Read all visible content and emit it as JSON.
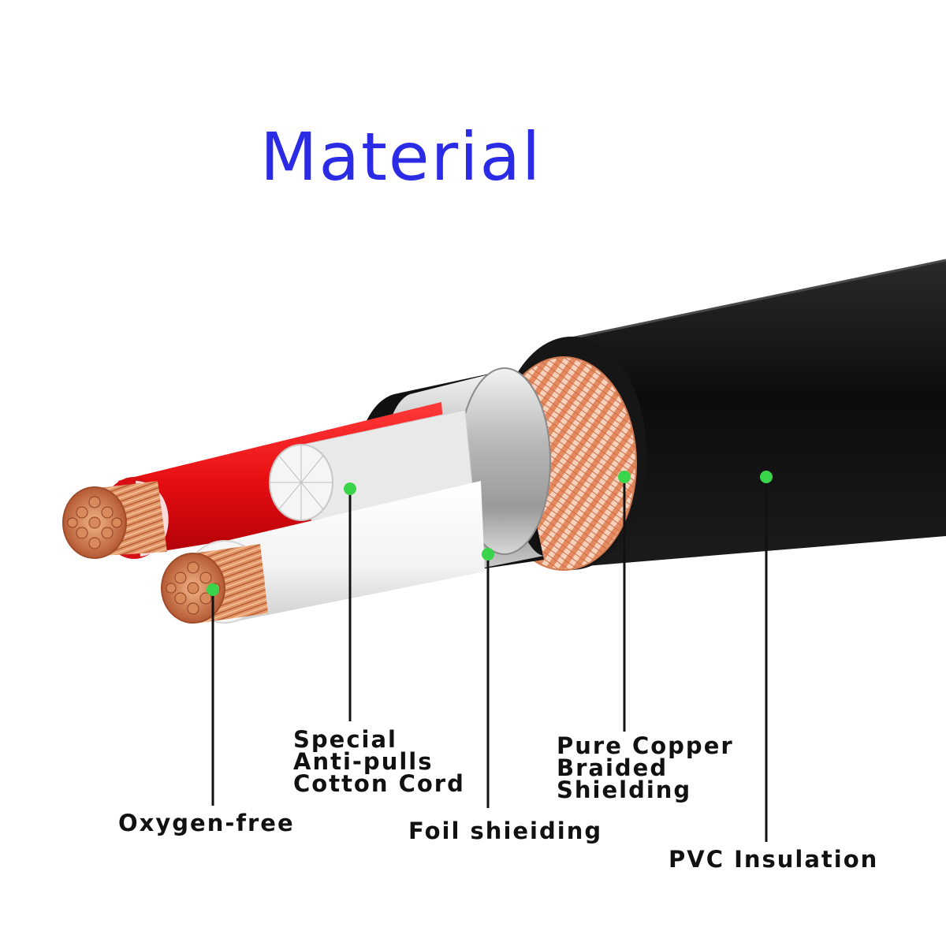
{
  "title": "Material",
  "colors": {
    "title": "#2b2be6",
    "marker": "#3ad44a",
    "leader": "#111111"
  },
  "labels": {
    "oxygen_free": "Oxygen-free",
    "cotton_cord": [
      "Special",
      "Anti-pulls",
      "Cotton Cord"
    ],
    "foil": "Foil shieiding",
    "braid": [
      "Pure Copper",
      "Braided",
      "Shielding"
    ],
    "pvc": "PVC Insulation"
  }
}
